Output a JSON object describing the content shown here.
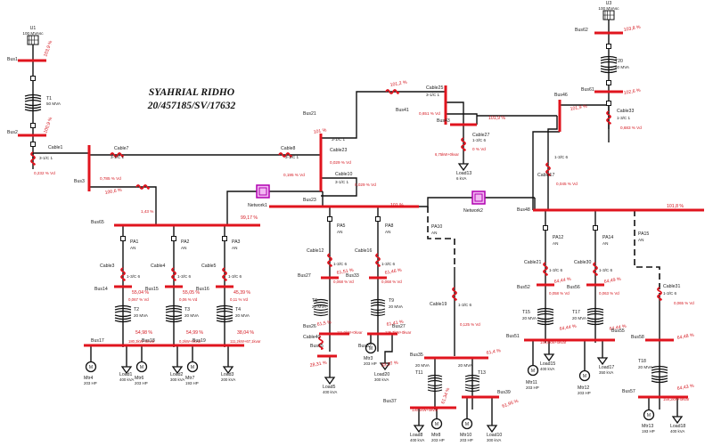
{
  "title": {
    "line1": "SYAHRIAL RIDHO",
    "line2": "20/457185/SV/17632"
  },
  "colors": {
    "bus": "#e0141e",
    "line": "#111111",
    "label": "#1a1a1a",
    "value": "#d4141c",
    "network": "#b000b0",
    "network_fill": "#f2b8f2"
  },
  "grids": [
    {
      "id": "U1",
      "rating": "100 MVAsc"
    },
    {
      "id": "U3",
      "rating": "100 MVAsc"
    }
  ],
  "buses": [
    "Bus1",
    "Bus2",
    "Bus3",
    "Bus4",
    "Bus6",
    "Bus14",
    "Bus15",
    "Bus16",
    "Bus17",
    "Bus18",
    "Bus19",
    "Bus21",
    "Bus23",
    "Bus26",
    "Bus27",
    "Bus32",
    "Bus33",
    "Bus35",
    "Bus37",
    "Bus39",
    "Bus41",
    "Bus43",
    "Bus46",
    "Bus48",
    "Bus51",
    "Bus52",
    "Bus55",
    "Bus56",
    "Bus57",
    "Bus58",
    "Bus61",
    "Bus62",
    "Bus63",
    "Bus65"
  ],
  "transformers": [
    {
      "id": "T1",
      "rating": "50 MVA"
    },
    {
      "id": "T20",
      "rating": "50 MVA"
    },
    {
      "id": "T2",
      "rating": "20 MVA"
    },
    {
      "id": "T3",
      "rating": "20 MVA"
    },
    {
      "id": "T4",
      "rating": "20 MVA"
    },
    {
      "id": "T6",
      "rating": "20 MVA"
    },
    {
      "id": "T9",
      "rating": "20 MVA"
    },
    {
      "id": "T11",
      "rating": "20 MVA"
    },
    {
      "id": "T13",
      "rating": "20 MVA"
    },
    {
      "id": "T15",
      "rating": "20 MVA"
    },
    {
      "id": "T17",
      "rating": "20 MVA"
    },
    {
      "id": "T18",
      "rating": "20 MVA"
    }
  ],
  "cables": [
    {
      "id": "Cable1",
      "spec": "3-1/C 1"
    },
    {
      "id": "Cable7",
      "spec": "3-1/C 1"
    },
    {
      "id": "Cable8",
      "spec": "3-1/C 1"
    },
    {
      "id": "Cable23",
      "spec": "3-1/C 1"
    },
    {
      "id": "Cable25",
      "spec": "3-1/C 1"
    },
    {
      "id": "Cable27",
      "spec": "1-3/C 6"
    },
    {
      "id": "Cable17",
      "spec": "1-3/C 6"
    },
    {
      "id": "Cable33",
      "spec": "1-3/C 1"
    },
    {
      "id": "Cable10",
      "spec": "3-1/C 1"
    },
    {
      "id": "Cable3",
      "spec": "1-3/C 6"
    },
    {
      "id": "Cable4",
      "spec": "1-3/C 6"
    },
    {
      "id": "Cable5",
      "spec": "1-3/C 6"
    },
    {
      "id": "Cable12",
      "spec": "1-3/C 6"
    },
    {
      "id": "Cable16",
      "spec": "1-3/C 6"
    },
    {
      "id": "Cable40",
      "spec": ""
    },
    {
      "id": "Cable19",
      "spec": "1-3/C 6"
    },
    {
      "id": "Cable21",
      "spec": "1-3/C 6"
    },
    {
      "id": "Cable30",
      "spec": "1-3/C 6"
    },
    {
      "id": "Cable31",
      "spec": "1-3/C 6"
    },
    {
      "id": "Cable26",
      "spec": ""
    }
  ],
  "panels": [
    {
      "id": "PA1",
      "type": "AN"
    },
    {
      "id": "PA2",
      "type": "AN"
    },
    {
      "id": "PA3",
      "type": "AN"
    },
    {
      "id": "PA5",
      "type": "AN"
    },
    {
      "id": "PA8",
      "type": "AN"
    },
    {
      "id": "PA10",
      "type": "AN"
    },
    {
      "id": "PA12",
      "type": "AN"
    },
    {
      "id": "PA14",
      "type": "AN"
    },
    {
      "id": "PA15",
      "type": "AN"
    }
  ],
  "networks": [
    "Network1",
    "Network2"
  ],
  "loads": [
    {
      "id": "Load1",
      "rating": "400 kVA"
    },
    {
      "id": "Load2",
      "rating": "300 kVA"
    },
    {
      "id": "Load3",
      "rating": "200 kVA"
    },
    {
      "id": "Load5",
      "rating": "400 kVA"
    },
    {
      "id": "Load8",
      "rating": "400 kVA"
    },
    {
      "id": "Load10",
      "rating": "300 kVA"
    },
    {
      "id": "Load13",
      "rating": "6 kVA"
    },
    {
      "id": "Load15",
      "rating": "400 kVA"
    },
    {
      "id": "Load17",
      "rating": "350 kVA"
    },
    {
      "id": "Load18",
      "rating": "400 kVA"
    },
    {
      "id": "Load20",
      "rating": "300 kVA"
    }
  ],
  "motors": [
    {
      "id": "Mtr4",
      "rating": "203 HP"
    },
    {
      "id": "Mtr6",
      "rating": "203 HP"
    },
    {
      "id": "Mtr7",
      "rating": "193 HP"
    },
    {
      "id": "Mtr3",
      "rating": "203 HP"
    },
    {
      "id": "Mtr8",
      "rating": "203 HP"
    },
    {
      "id": "Mtr10",
      "rating": "203 HP"
    },
    {
      "id": "Mtr11",
      "rating": "203 HP"
    },
    {
      "id": "Mtr12",
      "rating": "203 HP"
    },
    {
      "id": "Mtr13",
      "rating": "193 HP"
    }
  ],
  "bus_voltages": [
    "103,9 %",
    "100,9 %",
    "100,6 %",
    "101 %",
    "99,17 %",
    "101,2 %",
    "101,9 %",
    "103,8 %",
    "102,6 %",
    "101,9 %",
    "101 %",
    "101,8 %"
  ],
  "cable_drops": [
    "0,232 % Vd",
    "0,785 % Vd",
    "0,195 % Vd",
    "0,029 % Vd",
    "0,651 % Vd",
    "0 % Vd",
    "0,045 % Vd",
    "0,683 % Vd",
    "0,067 % Vd",
    "0,06 % Vd",
    "0,11 % Vd",
    "0,068 % Vd",
    "0,068 % Vd",
    "0,125 % Vd",
    "0,058 % Vd",
    "0,063 % Vd",
    "0,065 % Vd"
  ],
  "secondary_voltages": [
    "55,04 %",
    "55,05 %",
    "45,39 %",
    "54,98 %",
    "54,99 %",
    "38,04 %",
    "61,51 %",
    "61,46 %",
    "61,5 %",
    "61,41 %",
    "28,31 %",
    "33,37 %",
    "61,4 %",
    "61,34 %",
    "61,95 %",
    "64,44 %",
    "64,49 %",
    "64,48 %",
    "64,43 %",
    "64,44 %"
  ],
  "load_flows": [
    "1,43 %",
    "6,75kW+0kvar",
    "180,3kW+0kvar",
    "0,2kW+0kvar",
    "111,2kW+67,1kvar",
    "125,7kW+0kvar",
    "111,9kW+0kvar",
    "130,1kW+0kvar",
    "131,7kW+79,5kvar",
    "145,8kW+0kvar",
    "159,2kW+0kvar"
  ]
}
